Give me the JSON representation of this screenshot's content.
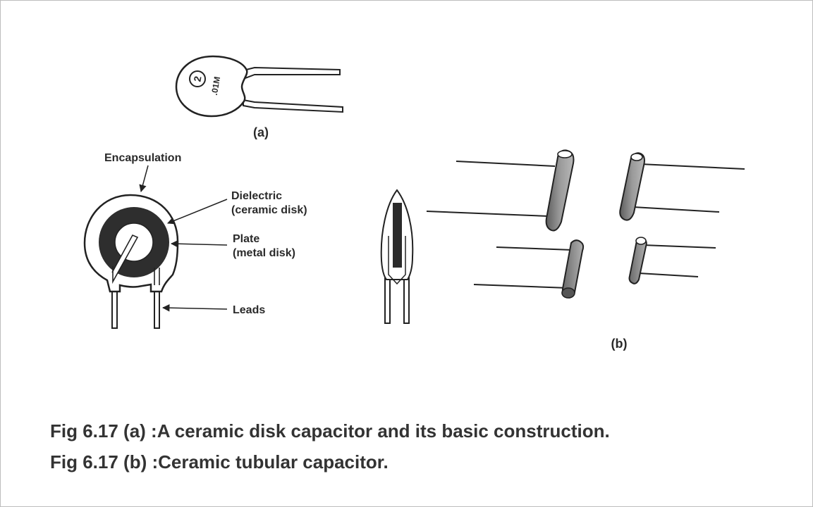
{
  "figure_a": {
    "part_number": "2",
    "part_value": ".01M",
    "label": "(a)"
  },
  "construction": {
    "encapsulation": "Encapsulation",
    "dielectric": "Dielectric",
    "dielectric_sub": "(ceramic disk)",
    "plate": "Plate",
    "plate_sub": "(metal disk)",
    "leads": "Leads"
  },
  "figure_b": {
    "label": "(b)"
  },
  "caption": {
    "line1": "Fig 6.17 (a) :A ceramic disk capacitor and its basic construction.",
    "line2": "Fig 6.17 (b) :Ceramic tubular capacitor."
  }
}
